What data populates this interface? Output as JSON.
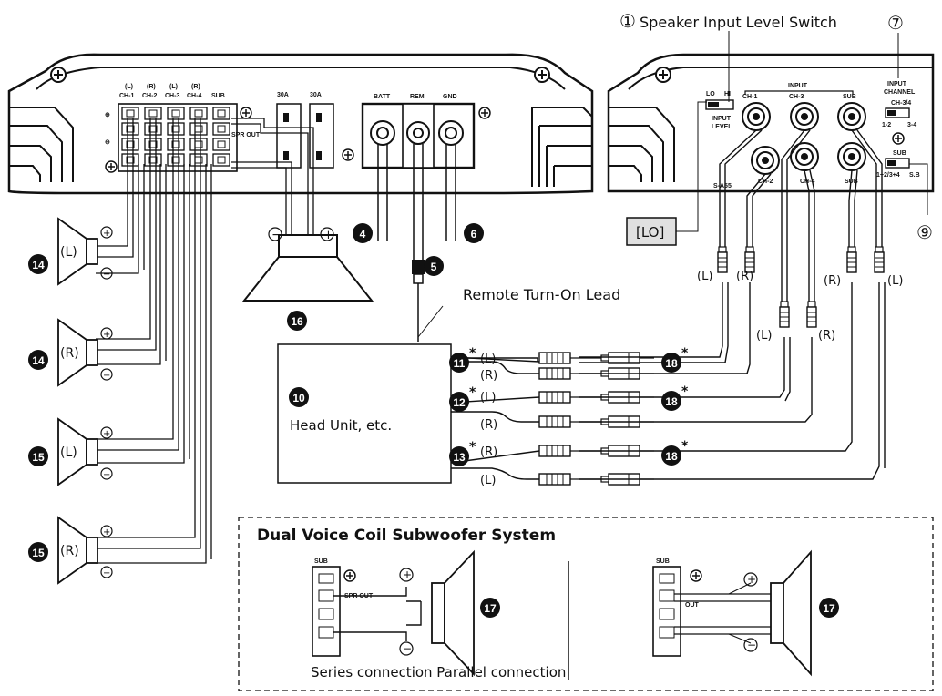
{
  "callouts": {
    "c1": "①",
    "c1_text": "Speaker Input Level Switch",
    "c7": "⑦",
    "c9": "⑨",
    "lo": "[LO]",
    "remote": "Remote Turn-On Lead",
    "head_unit": "Head Unit, etc.",
    "dvc_title": "Dual Voice Coil Subwoofer System",
    "series_parallel": "Series connection Parallel connection"
  },
  "badges": {
    "b4": "4",
    "b5": "5",
    "b6": "6",
    "b10": "10",
    "b11": "11",
    "b12": "12",
    "b13": "13",
    "b14a": "14",
    "b14b": "14",
    "b15a": "15",
    "b15b": "15",
    "b16": "16",
    "b17a": "17",
    "b17b": "17",
    "b18a": "18",
    "b18b": "18",
    "b18c": "18"
  },
  "asterisk": "*",
  "channel_labels": {
    "L": "(L)",
    "R": "(R)"
  },
  "left_amp": {
    "ch_top": [
      "(L)",
      "(R)",
      "(L)",
      "(R)"
    ],
    "ch_names": [
      "CH-1",
      "CH-2",
      "CH-3",
      "CH-4",
      "SUB"
    ],
    "fuse": [
      "30A",
      "30A"
    ],
    "power": [
      "BATT",
      "REM",
      "GND"
    ],
    "sub_out": "SPR OUT"
  },
  "right_amp": {
    "input": "INPUT",
    "input_level": "INPUT LEVEL",
    "lo_hi": [
      "LO",
      "HI"
    ],
    "input_channel": "INPUT CHANNEL",
    "ch34": "CH-3/4",
    "ch34_opts": [
      "1-2",
      "3-4"
    ],
    "sub": "SUB",
    "sub_opts": [
      "1+2/3+4",
      "S.B"
    ],
    "jacks_top": [
      "CH-1",
      "CH-3",
      "SUB"
    ],
    "jacks_bottom": [
      "CH-2",
      "CH-4",
      "SUB"
    ],
    "model": "S-A55"
  },
  "dvc": {
    "sub": "SUB",
    "spr_out": "SPR OUT",
    "out": "OUT"
  },
  "polarity": {
    "plus": "+",
    "minus": "−"
  }
}
